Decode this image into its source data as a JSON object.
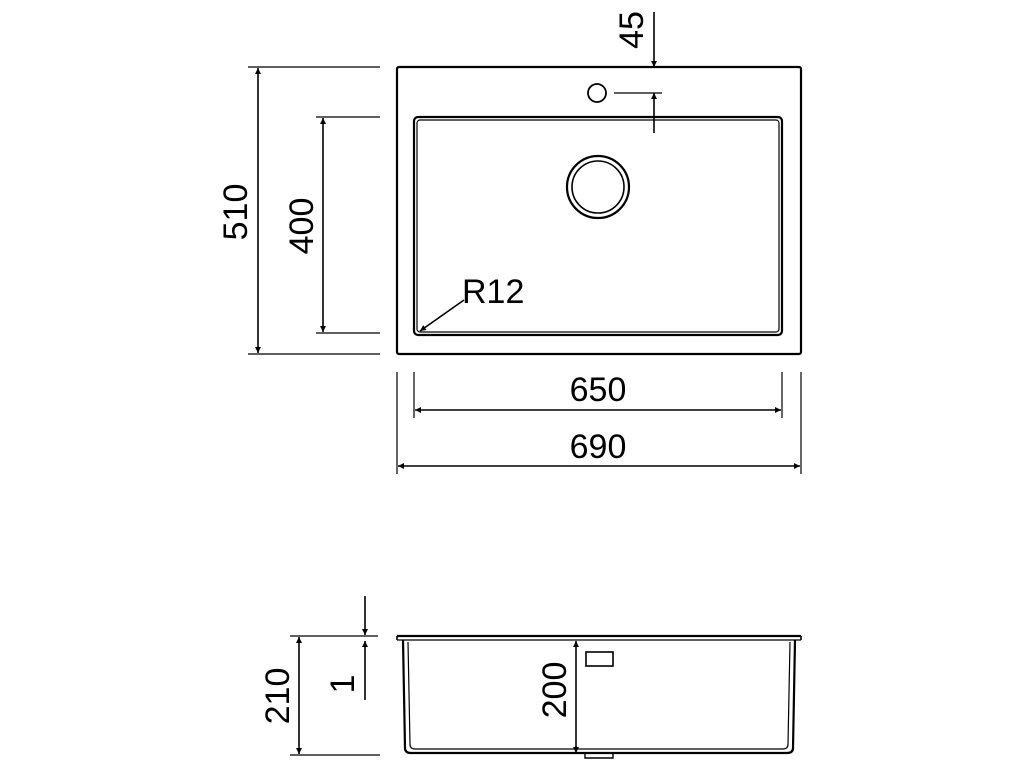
{
  "top_view": {
    "dimensions": {
      "overall_height": "510",
      "bowl_height": "400",
      "tap_hole_offset": "45",
      "corner_radius": "R12",
      "bowl_width": "650",
      "overall_width": "690"
    }
  },
  "side_view": {
    "dimensions": {
      "overall_depth": "210",
      "rim_thickness": "1",
      "bowl_depth": "200"
    }
  },
  "colors": {
    "line": "#000000",
    "background": "#ffffff"
  }
}
